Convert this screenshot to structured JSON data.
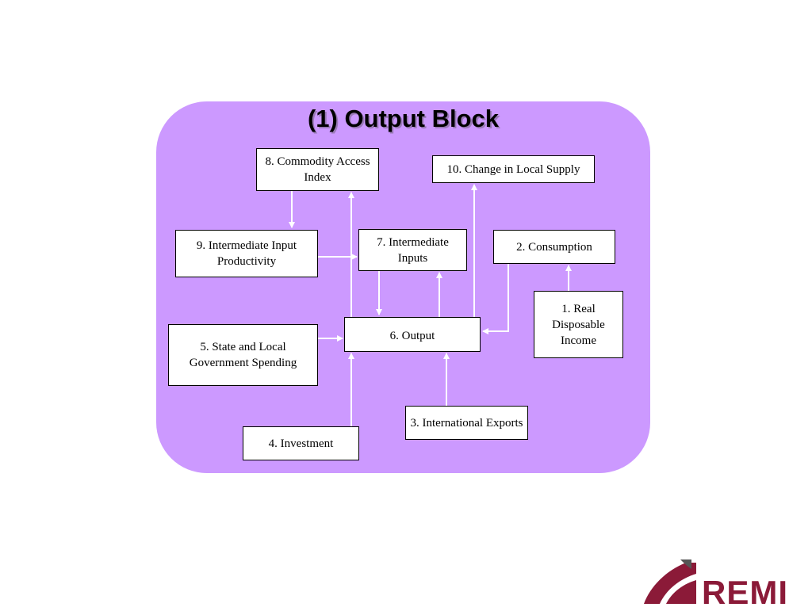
{
  "diagram": {
    "title": "(1) Output Block",
    "nodes": {
      "commodity_access_index": "8. Commodity Access Index",
      "change_in_local_supply": "10. Change in Local Supply",
      "intermediate_input_productivity": "9. Intermediate Input Productivity",
      "intermediate_inputs": "7. Intermediate Inputs",
      "consumption": "2. Consumption",
      "real_disposable_income": "1. Real Disposable Income",
      "output": "6. Output",
      "state_local_government_spending": "5. State and Local Government Spending",
      "international_exports": "3. International Exports",
      "investment": "4. Investment"
    },
    "edges": [
      {
        "from": "commodity_access_index",
        "to": "intermediate_input_productivity"
      },
      {
        "from": "intermediate_input_productivity",
        "to": "intermediate_inputs"
      },
      {
        "from": "intermediate_inputs",
        "to": "output"
      },
      {
        "from": "output",
        "to": "intermediate_inputs"
      },
      {
        "from": "output",
        "to": "commodity_access_index"
      },
      {
        "from": "output",
        "to": "change_in_local_supply"
      },
      {
        "from": "consumption",
        "to": "output"
      },
      {
        "from": "real_disposable_income",
        "to": "consumption"
      },
      {
        "from": "state_local_government_spending",
        "to": "output"
      },
      {
        "from": "investment",
        "to": "output"
      },
      {
        "from": "international_exports",
        "to": "output"
      }
    ],
    "colors": {
      "panel": "#cc99ff",
      "arrow": "#ffffff",
      "box_border": "#000000"
    }
  },
  "logo": {
    "text": "REMI",
    "color": "#8b1a38"
  }
}
